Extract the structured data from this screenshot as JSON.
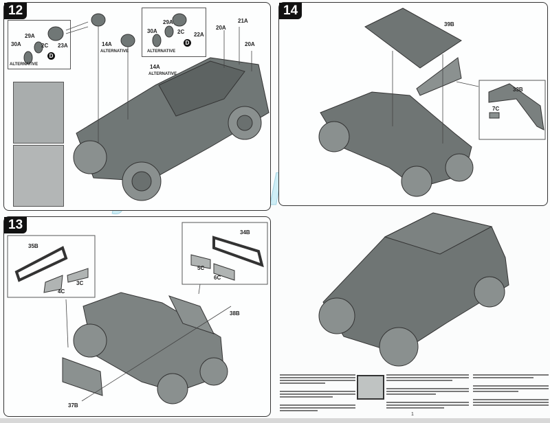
{
  "steps": {
    "s12": {
      "number": "12",
      "labels": {
        "p29a_l": "29A",
        "p30a_l": "30A",
        "p2c_l": "2C",
        "p23a": "23A",
        "d_l": "D",
        "alt_l": "Alternative",
        "p29a_r": "29A",
        "p30a_r": "30A",
        "p2c_r": "2C",
        "p22a": "22A",
        "d_r": "D",
        "alt_r": "Alternative",
        "p14a_1": "14A",
        "alt_14a_1": "Alternative",
        "p14a_2": "14A",
        "alt_14a_2": "Alternative",
        "p20a_1": "20A",
        "p21a": "21A",
        "p20a_2": "20A"
      }
    },
    "s13": {
      "number": "13",
      "labels": {
        "p35b": "35B",
        "p3c": "3C",
        "p4c": "4C",
        "p34b": "34B",
        "p5c": "5C",
        "p6c": "6C",
        "p38b": "38B",
        "p37b": "37B"
      }
    },
    "s14": {
      "number": "14",
      "labels": {
        "p39b": "39B",
        "p33b": "33B",
        "p7c": "7C"
      }
    }
  },
  "watermark": "jfmodels.net",
  "page_number": "1",
  "colors": {
    "vehicle": "#6f7574",
    "outline": "#333333",
    "watermark": "#aae1f0"
  }
}
